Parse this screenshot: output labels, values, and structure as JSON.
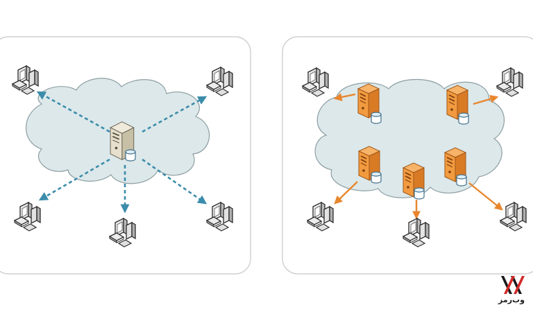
{
  "diagrams": [
    {
      "name": "centralized",
      "server_style": "beige",
      "arrow_color": "#3c8cab",
      "arrow_style": "dashed"
    },
    {
      "name": "distributed",
      "server_style": "orange",
      "arrow_color": "#e8862e",
      "arrow_style": "solid"
    }
  ],
  "colors": {
    "panel_border": "#c8c8c8",
    "cloud_fill": "#dce8ea",
    "cloud_stroke": "#8c9ea2",
    "beige_server": "#e6e0cc",
    "orange_server": "#f29a3f",
    "logo_red": "#d42a2a"
  },
  "icons": [
    "computer-icon",
    "server-icon",
    "database-icon"
  ],
  "logo": {
    "text": "وب‌رمز"
  }
}
